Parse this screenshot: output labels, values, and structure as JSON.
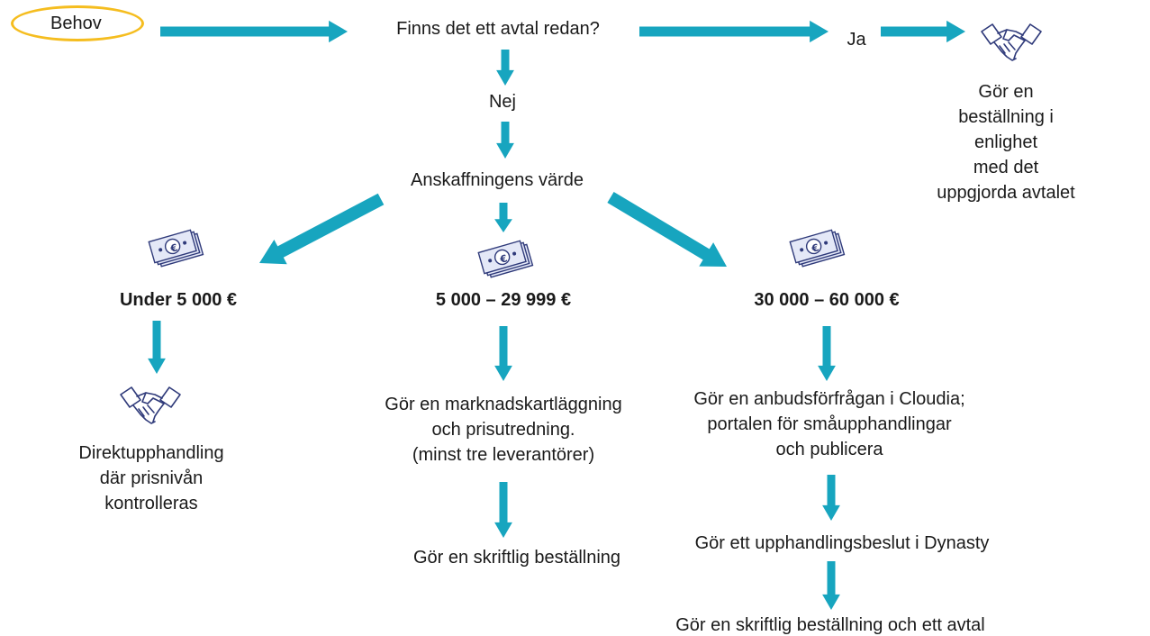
{
  "colors": {
    "arrow": "#17a5bf",
    "start_outline": "#f5bd1f",
    "icon_stroke": "#2f3a7a",
    "money_fill": "#e4e8f7"
  },
  "icons": {
    "handshake": "handshake-icon",
    "money": "euro-banknotes-icon"
  },
  "start": {
    "label": "Behov"
  },
  "question": {
    "label": "Finns det ett avtal redan?"
  },
  "yes_branch": {
    "label": "Ja",
    "result_lines": [
      "Gör en beställning i enlighet",
      "med det uppgjorda avtalet"
    ]
  },
  "no_branch": {
    "label": "Nej"
  },
  "value": {
    "label": "Anskaffningens värde"
  },
  "tiers": [
    {
      "label": "Under 5 000 €",
      "steps": [
        [
          "Direktupphandling",
          "där prisnivån",
          "kontrolleras"
        ]
      ]
    },
    {
      "label": "5 000 – 29 999 €",
      "steps": [
        [
          "Gör en marknadskartläggning",
          "och prisutredning.",
          "(minst tre leverantörer)"
        ],
        [
          "Gör en skriftlig beställning"
        ]
      ]
    },
    {
      "label": "30 000 – 60 000 €",
      "steps": [
        [
          "Gör en anbudsförfrågan i Cloudia;",
          "portalen för småupphandlingar",
          "och publicera"
        ],
        [
          "Gör ett upphandlingsbeslut i Dynasty"
        ],
        [
          "Gör en skriftlig beställning och ett avtal"
        ]
      ]
    }
  ]
}
